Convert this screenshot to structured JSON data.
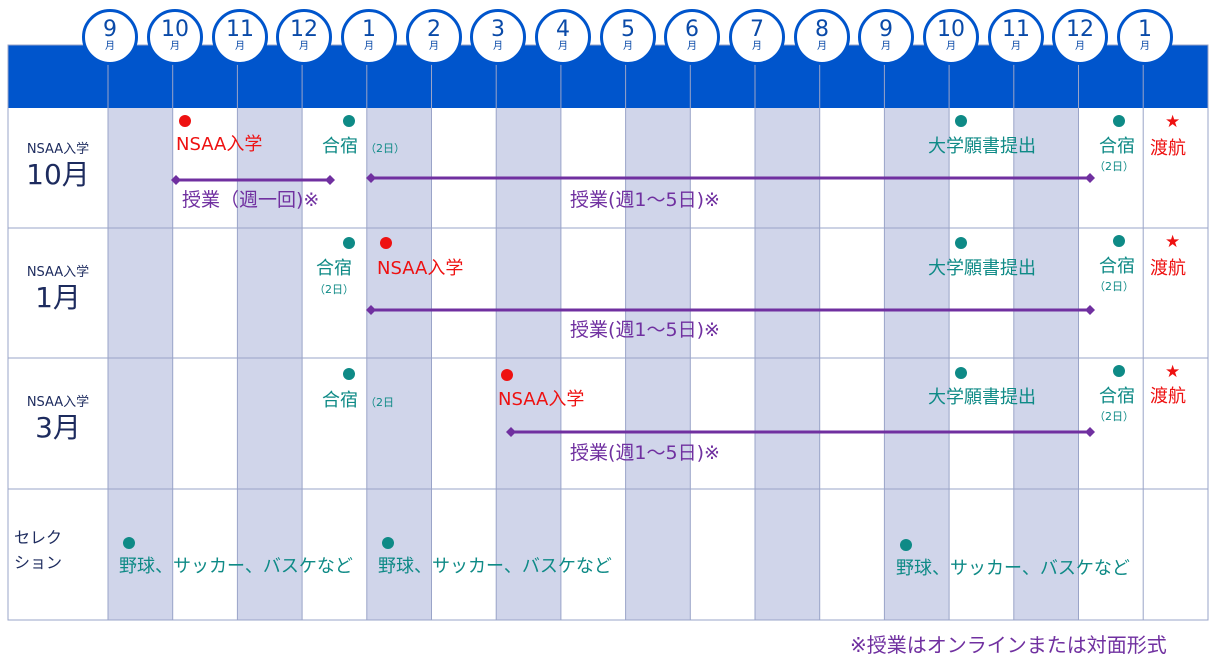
{
  "months": [
    {
      "num": "9",
      "unit": "月"
    },
    {
      "num": "10",
      "unit": "月"
    },
    {
      "num": "11",
      "unit": "月"
    },
    {
      "num": "12",
      "unit": "月"
    },
    {
      "num": "1",
      "unit": "月"
    },
    {
      "num": "2",
      "unit": "月"
    },
    {
      "num": "3",
      "unit": "月"
    },
    {
      "num": "4",
      "unit": "月"
    },
    {
      "num": "5",
      "unit": "月"
    },
    {
      "num": "6",
      "unit": "月"
    },
    {
      "num": "7",
      "unit": "月"
    },
    {
      "num": "8",
      "unit": "月"
    },
    {
      "num": "9",
      "unit": "月"
    },
    {
      "num": "10",
      "unit": "月"
    },
    {
      "num": "11",
      "unit": "月"
    },
    {
      "num": "12",
      "unit": "月"
    },
    {
      "num": "1",
      "unit": "月"
    }
  ],
  "rows": {
    "oct": {
      "small": "NSAA入学",
      "big": "10月"
    },
    "jan": {
      "small": "NSAA入学",
      "big": "1月"
    },
    "mar": {
      "small": "NSAA入学",
      "big": "3月"
    },
    "selection": {
      "line1": "セレク",
      "line2": "ション"
    }
  },
  "events": {
    "nsaa_entry": "NSAA入学",
    "camp": "合宿",
    "two_days": "（2日）",
    "two_days_open": "（2日",
    "apply": "大学願書提出",
    "depart": "渡航",
    "star": "★",
    "weekly_once": "授業（週一回)※",
    "weekly_1to5": "授業(週1～5日)※",
    "sports": "野球、サッカー、バスケなど"
  },
  "footnote": "※授業はオンラインまたは対面形式",
  "colors": {
    "header_band": "#0055cc",
    "stripe": "#d0d5ea",
    "teal": "#0e8a86",
    "red": "#ee1111",
    "purple": "#7030a0",
    "navy": "#1d2b5e"
  }
}
